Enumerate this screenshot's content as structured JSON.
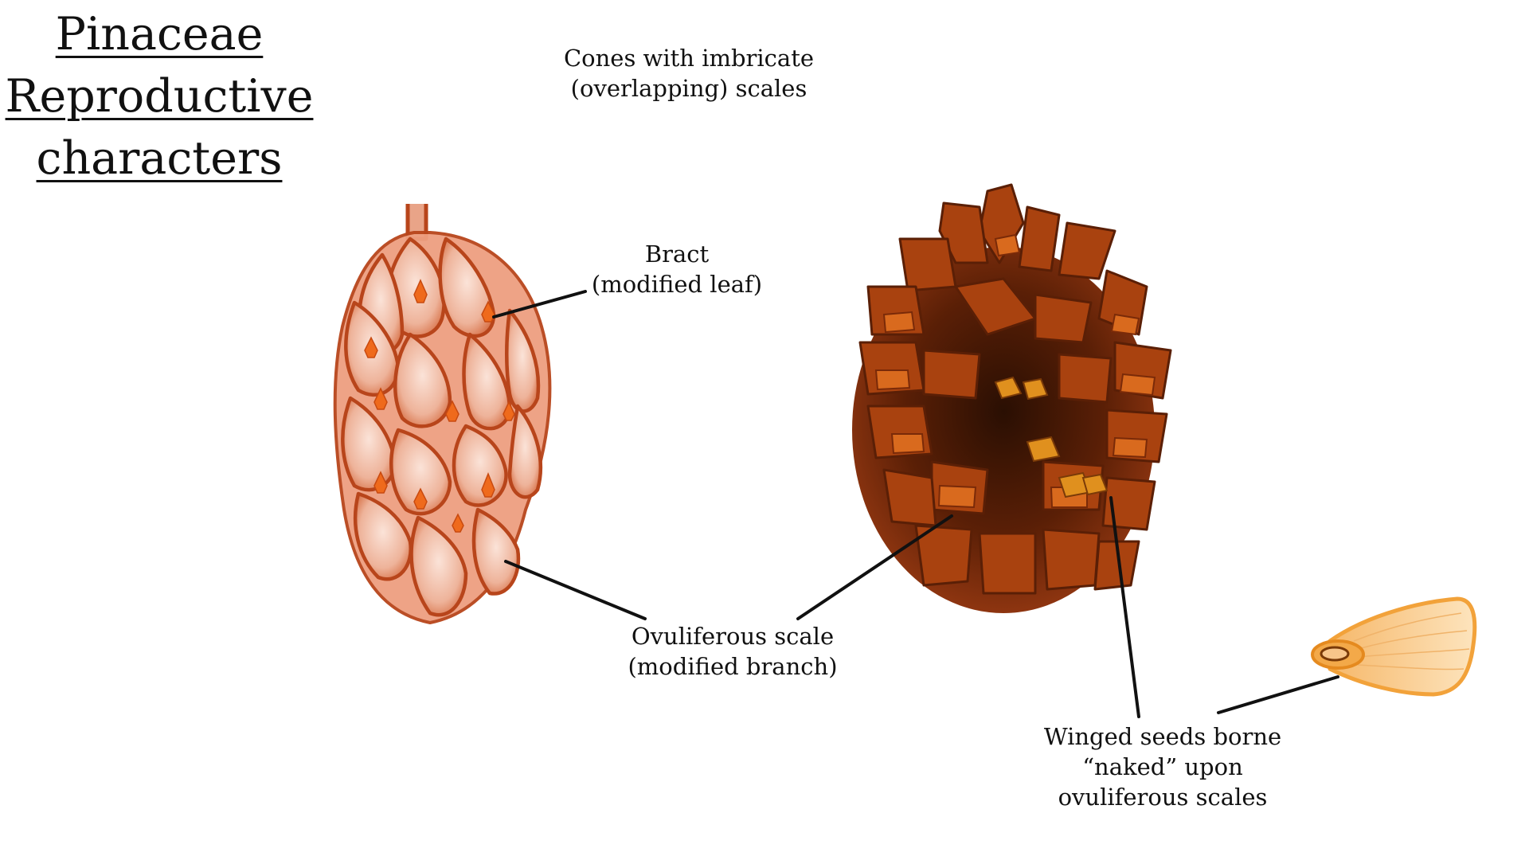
{
  "title": {
    "line1": "Pinaceae",
    "line2": "Reproductive",
    "line3": "characters"
  },
  "labels": {
    "cones": {
      "line1": "Cones with imbricate",
      "line2": "(overlapping) scales"
    },
    "bract": {
      "line1": "Bract",
      "line2": "(modified leaf)"
    },
    "ovuliferous": {
      "line1": "Ovuliferous scale",
      "line2": "(modified branch)"
    },
    "seeds": {
      "line1": "Winged seeds borne",
      "line2": "“naked” upon",
      "line3": "ovuliferous scales"
    }
  },
  "colors": {
    "drawn_cone_fill": "#e9a488",
    "drawn_cone_outline": "#b8451b",
    "bract_orange": "#ef6a1c",
    "pine_cone_scale": "#a9420f",
    "pine_cone_dark": "#5a1f06",
    "pine_cone_tip": "#d96a1e",
    "seed_fill": "#fbd39a",
    "seed_outline": "#f2a23a",
    "leader_line": "#111111"
  }
}
